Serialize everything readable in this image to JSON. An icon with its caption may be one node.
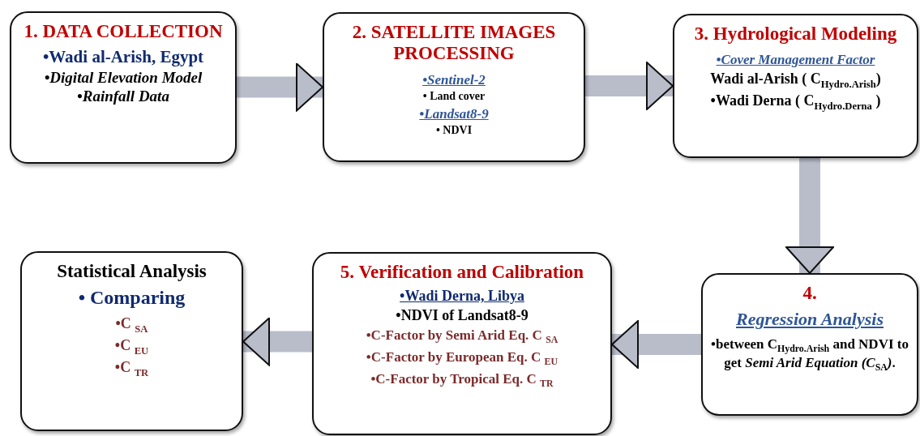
{
  "diagram": {
    "nodes": [
      {
        "text": [
          "1. DATA COLLECTION",
          "•Wadi al-Arish, Egypt",
          "•Digital Elevation Model",
          "•Rainfall Data"
        ]
      },
      {
        "text": [
          "2. SATELLITE IMAGES PROCESSING",
          "•Sentinel-2",
          "• Land cover",
          "•Landsat8-9",
          "• NDVI"
        ]
      },
      {
        "text": [
          "3. Hydrological Modeling",
          "•Cover Management Factor",
          "Wadi al-Arish ( C$_{Hydro.Arish}$)",
          "•Wadi Derna ( C$_{Hydro.Derna}$ )"
        ]
      },
      {
        "text": [
          "Statistical Analysis",
          "• Comparing",
          "•C $_{SA}$",
          "•C $_{EU}$",
          "•C $_{TR}$"
        ]
      },
      {
        "text": [
          "5. Verification and Calibration",
          "•Wadi Derna, Libya",
          "•NDVI of Landsat8-9",
          "•C-Factor by Semi Arid Eq. C $_{SA}$",
          "•C-Factor by European Eq. C $_{EU}$",
          "•C-Factor by Tropical Eq. C $_{TR}$"
        ]
      },
      {
        "text": [
          "4.",
          "Regression Analysis",
          "•between C$_{Hydro.Arish}$ and NDVI to get *Semi Arid Equation (C*$_{SA}$*)*."
        ]
      }
    ],
    "edges": [
      {
        "from": 0,
        "to": 1,
        "arrow": "to"
      },
      {
        "from": 1,
        "to": 2,
        "arrow": "to"
      },
      {
        "from": 2,
        "to": 5,
        "arrow": "to"
      },
      {
        "from": 5,
        "to": 4,
        "arrow": "to"
      },
      {
        "from": 4,
        "to": 3,
        "arrow": "to"
      }
    ]
  }
}
